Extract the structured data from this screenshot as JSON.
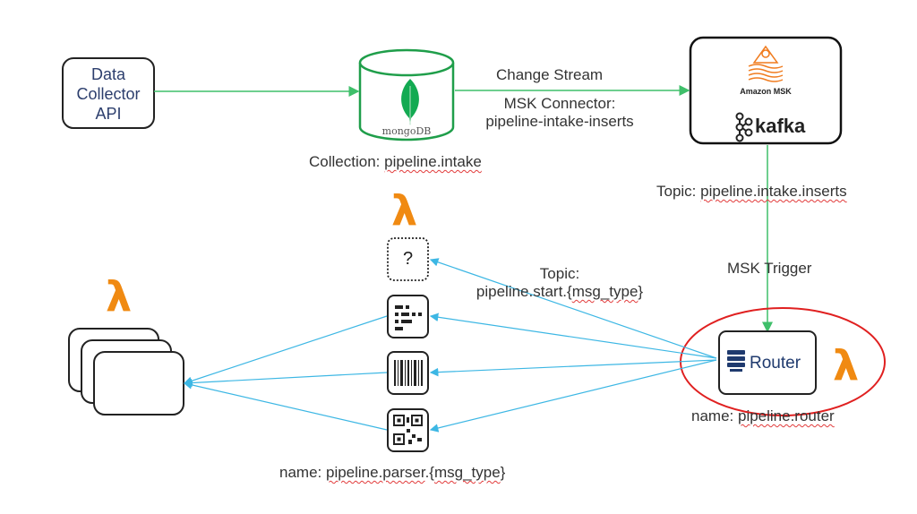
{
  "nodes": {
    "api": "Data\nCollector\nAPI",
    "mongo_brand": "mongoDB",
    "msk_brand": "Amazon MSK",
    "kafka_brand": "kafka",
    "router": "Router",
    "placeholder_symbol": "?"
  },
  "labels": {
    "change_stream": "Change Stream",
    "msk_connector_1": "MSK Connector:",
    "msk_connector_2": "pipeline-intake-inserts",
    "collection_prefix": "Collection: ",
    "collection_name": "pipeline.intake",
    "topic_intake_prefix": "Topic: ",
    "topic_intake_name": "pipeline.intake.inserts",
    "msk_trigger": "MSK Trigger",
    "topic_start_1": "Topic:",
    "topic_start_2a": "pipeline.start.{",
    "topic_start_2b": "msg_type",
    "topic_start_2c": "}",
    "router_name_prefix": "name: ",
    "router_name": "pipeline.router",
    "parser_name_prefix": "name: ",
    "parser_name_a": "pipeline.parser",
    "parser_name_b": ".{",
    "parser_name_c": "msg_type",
    "parser_name_d": "}"
  },
  "lambda_symbol": "λ",
  "colors": {
    "green_edge": "#3fbf6a",
    "blue_edge": "#3db7e4",
    "lambda_orange": "#f08a12",
    "router_highlight": "#e02020",
    "mongo_green": "#13aa52",
    "kafka_dark": "#222222",
    "msk_orange": "#f07c1f",
    "router_navy": "#1f3a6e"
  }
}
